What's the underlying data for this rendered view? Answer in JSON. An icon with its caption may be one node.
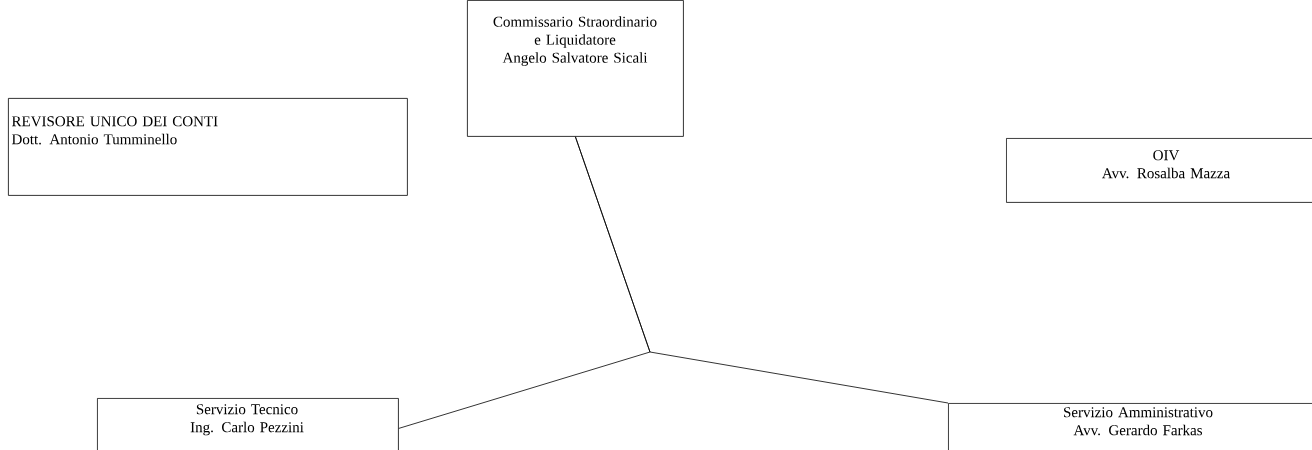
{
  "diagram": {
    "nodes": [
      {
        "text": [
          "Commissario Straordinario e Liquidatore",
          "Angelo Salvatore Sicali"
        ]
      },
      {
        "text": [
          "REVISORE UNICO DEI CONTI",
          "Dott. Antonio Tumminello"
        ]
      },
      {
        "text": [
          "OIV",
          "Avv. Rosalba Mazza"
        ]
      },
      {
        "text": [
          "Servizio Tecnico",
          "Ing. Carlo Pezzini"
        ]
      },
      {
        "text": [
          "Servizio Amministrativo",
          "Avv. Gerardo Farkas"
        ]
      }
    ],
    "edges": [
      {
        "from": 0,
        "to": 3,
        "arrow": "none"
      },
      {
        "from": 0,
        "to": 4,
        "arrow": "none"
      }
    ]
  }
}
